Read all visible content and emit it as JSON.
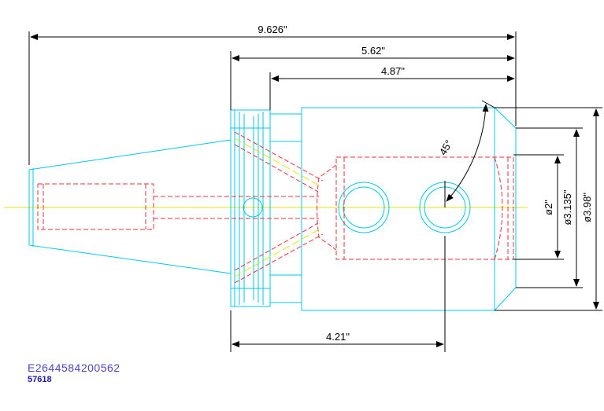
{
  "dimensions": {
    "overall_length": "9.626\"",
    "length_a": "5.62\"",
    "length_b": "4.87\"",
    "length_c": "4.21\"",
    "angle": "45°",
    "diameter_a": "ø2\"",
    "diameter_b": "ø3.135\"",
    "diameter_c": "ø3.98\""
  },
  "part_code": "E2644584200562",
  "part_number": "57618",
  "colors": {
    "outline": "#00c8e8",
    "hidden": "#e8303a",
    "centerline": "#e6e600",
    "dimension": "#000000",
    "code": "#4b45c8"
  }
}
